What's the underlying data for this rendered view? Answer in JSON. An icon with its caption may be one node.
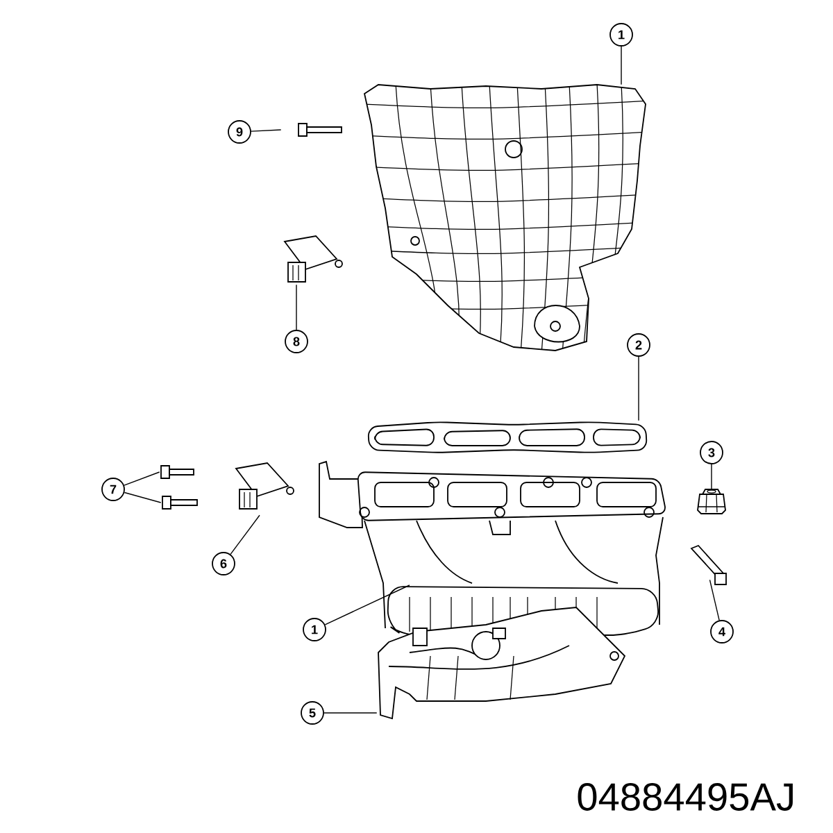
{
  "diagram": {
    "nodes": [
      {
        "text": [
          "1"
        ]
      },
      {
        "text": [],
        "shape": "picture"
      },
      {
        "text": [
          "9"
        ]
      },
      {
        "text": [],
        "shape": "picture"
      },
      {
        "text": [],
        "shape": "picture"
      },
      {
        "text": [
          "8"
        ]
      },
      {
        "text": [
          "2"
        ]
      },
      {
        "text": [],
        "shape": "picture"
      },
      {
        "text": [
          "7"
        ]
      },
      {
        "text": [],
        "shape": "picture"
      },
      {
        "text": [],
        "shape": "picture"
      },
      {
        "text": [],
        "shape": "picture"
      },
      {
        "text": [],
        "shape": "picture"
      },
      {
        "text": [],
        "shape": "picture"
      },
      {
        "text": [
          "3"
        ]
      },
      {
        "text": [],
        "shape": "picture"
      },
      {
        "text": [
          "6"
        ]
      },
      {
        "text": [],
        "shape": "picture"
      },
      {
        "text": [
          "4"
        ]
      },
      {
        "text": [
          "1"
        ]
      },
      {
        "text": [
          "5"
        ]
      }
    ],
    "edges": [
      {
        "from": 0,
        "to": 1,
        "arrow": "none"
      },
      {
        "from": 2,
        "to": 3,
        "arrow": "none"
      },
      {
        "from": 5,
        "to": 4,
        "arrow": "none"
      },
      {
        "from": 6,
        "to": 7,
        "arrow": "none"
      },
      {
        "from": 8,
        "to": 9,
        "arrow": "none"
      },
      {
        "from": 8,
        "to": 10,
        "arrow": "none"
      },
      {
        "from": 14,
        "to": 15,
        "arrow": "none"
      },
      {
        "from": 16,
        "to": 11,
        "arrow": "none"
      },
      {
        "from": 18,
        "to": 17,
        "arrow": "none"
      },
      {
        "from": 19,
        "to": 12,
        "arrow": "none"
      },
      {
        "from": 20,
        "to": 13,
        "arrow": "none"
      }
    ],
    "labels": [
      "04884495AJ"
    ]
  }
}
